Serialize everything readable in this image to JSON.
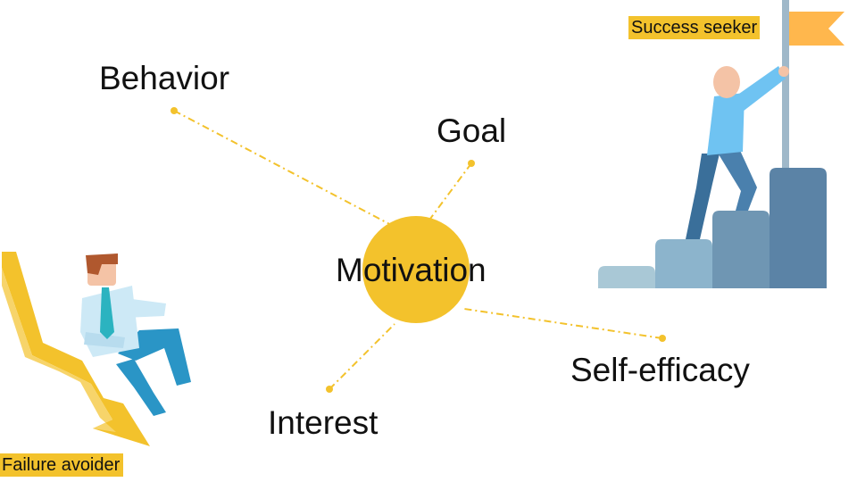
{
  "diagram": {
    "center": {
      "label": "Motivation"
    },
    "nodes": [
      {
        "id": "behavior",
        "label": "Behavior"
      },
      {
        "id": "goal",
        "label": "Goal"
      },
      {
        "id": "self-efficacy",
        "label": "Self-efficacy"
      },
      {
        "id": "interest",
        "label": "Interest"
      }
    ]
  },
  "tags": {
    "success": "Success seeker",
    "failure": "Failure avoider"
  },
  "colors": {
    "accent": "#f3c22c",
    "tag_bg": "#f3c22c",
    "flag": "#ffb74d",
    "stair_light": "#a9c8d6",
    "stair_mid": "#8cb4cc",
    "stair_dark": "#6f96b3",
    "stair_darkest": "#5b83a6",
    "pole": "#9fb8c9",
    "shirt": "#6fc3f2",
    "pants": "#3a78a8",
    "skin": "#f4c3a6",
    "falling_shirt": "#cde9f6",
    "falling_pants": "#2a95c6",
    "falling_hair": "#b0582e",
    "tie": "#2bb3c0"
  }
}
